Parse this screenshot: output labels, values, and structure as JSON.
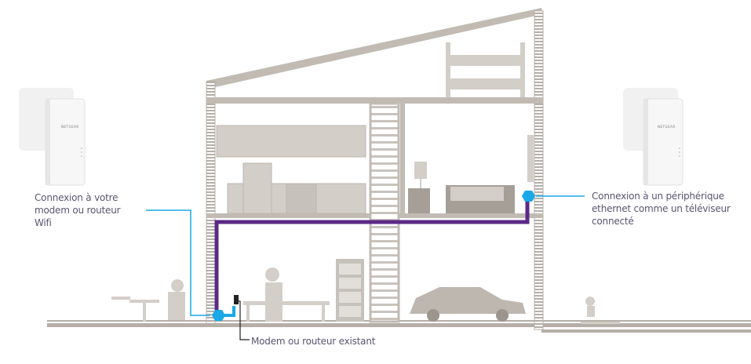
{
  "labels": {
    "left_adapter": [
      "Connexion à votre",
      "modem ou routeur",
      "Wifi"
    ],
    "right_adapter": [
      "Connexion à un périphérique",
      "ethernet comme un téléviseur",
      "connecté"
    ],
    "modem": "Modem ou routeur existant"
  },
  "adapter_brand": "NETGEAR",
  "colors": {
    "powerline": "#5b2a86",
    "connection": "#1aa9e6",
    "structure": "#b5afa8",
    "furniture": "#d3cec8",
    "text": "#5a5470"
  }
}
